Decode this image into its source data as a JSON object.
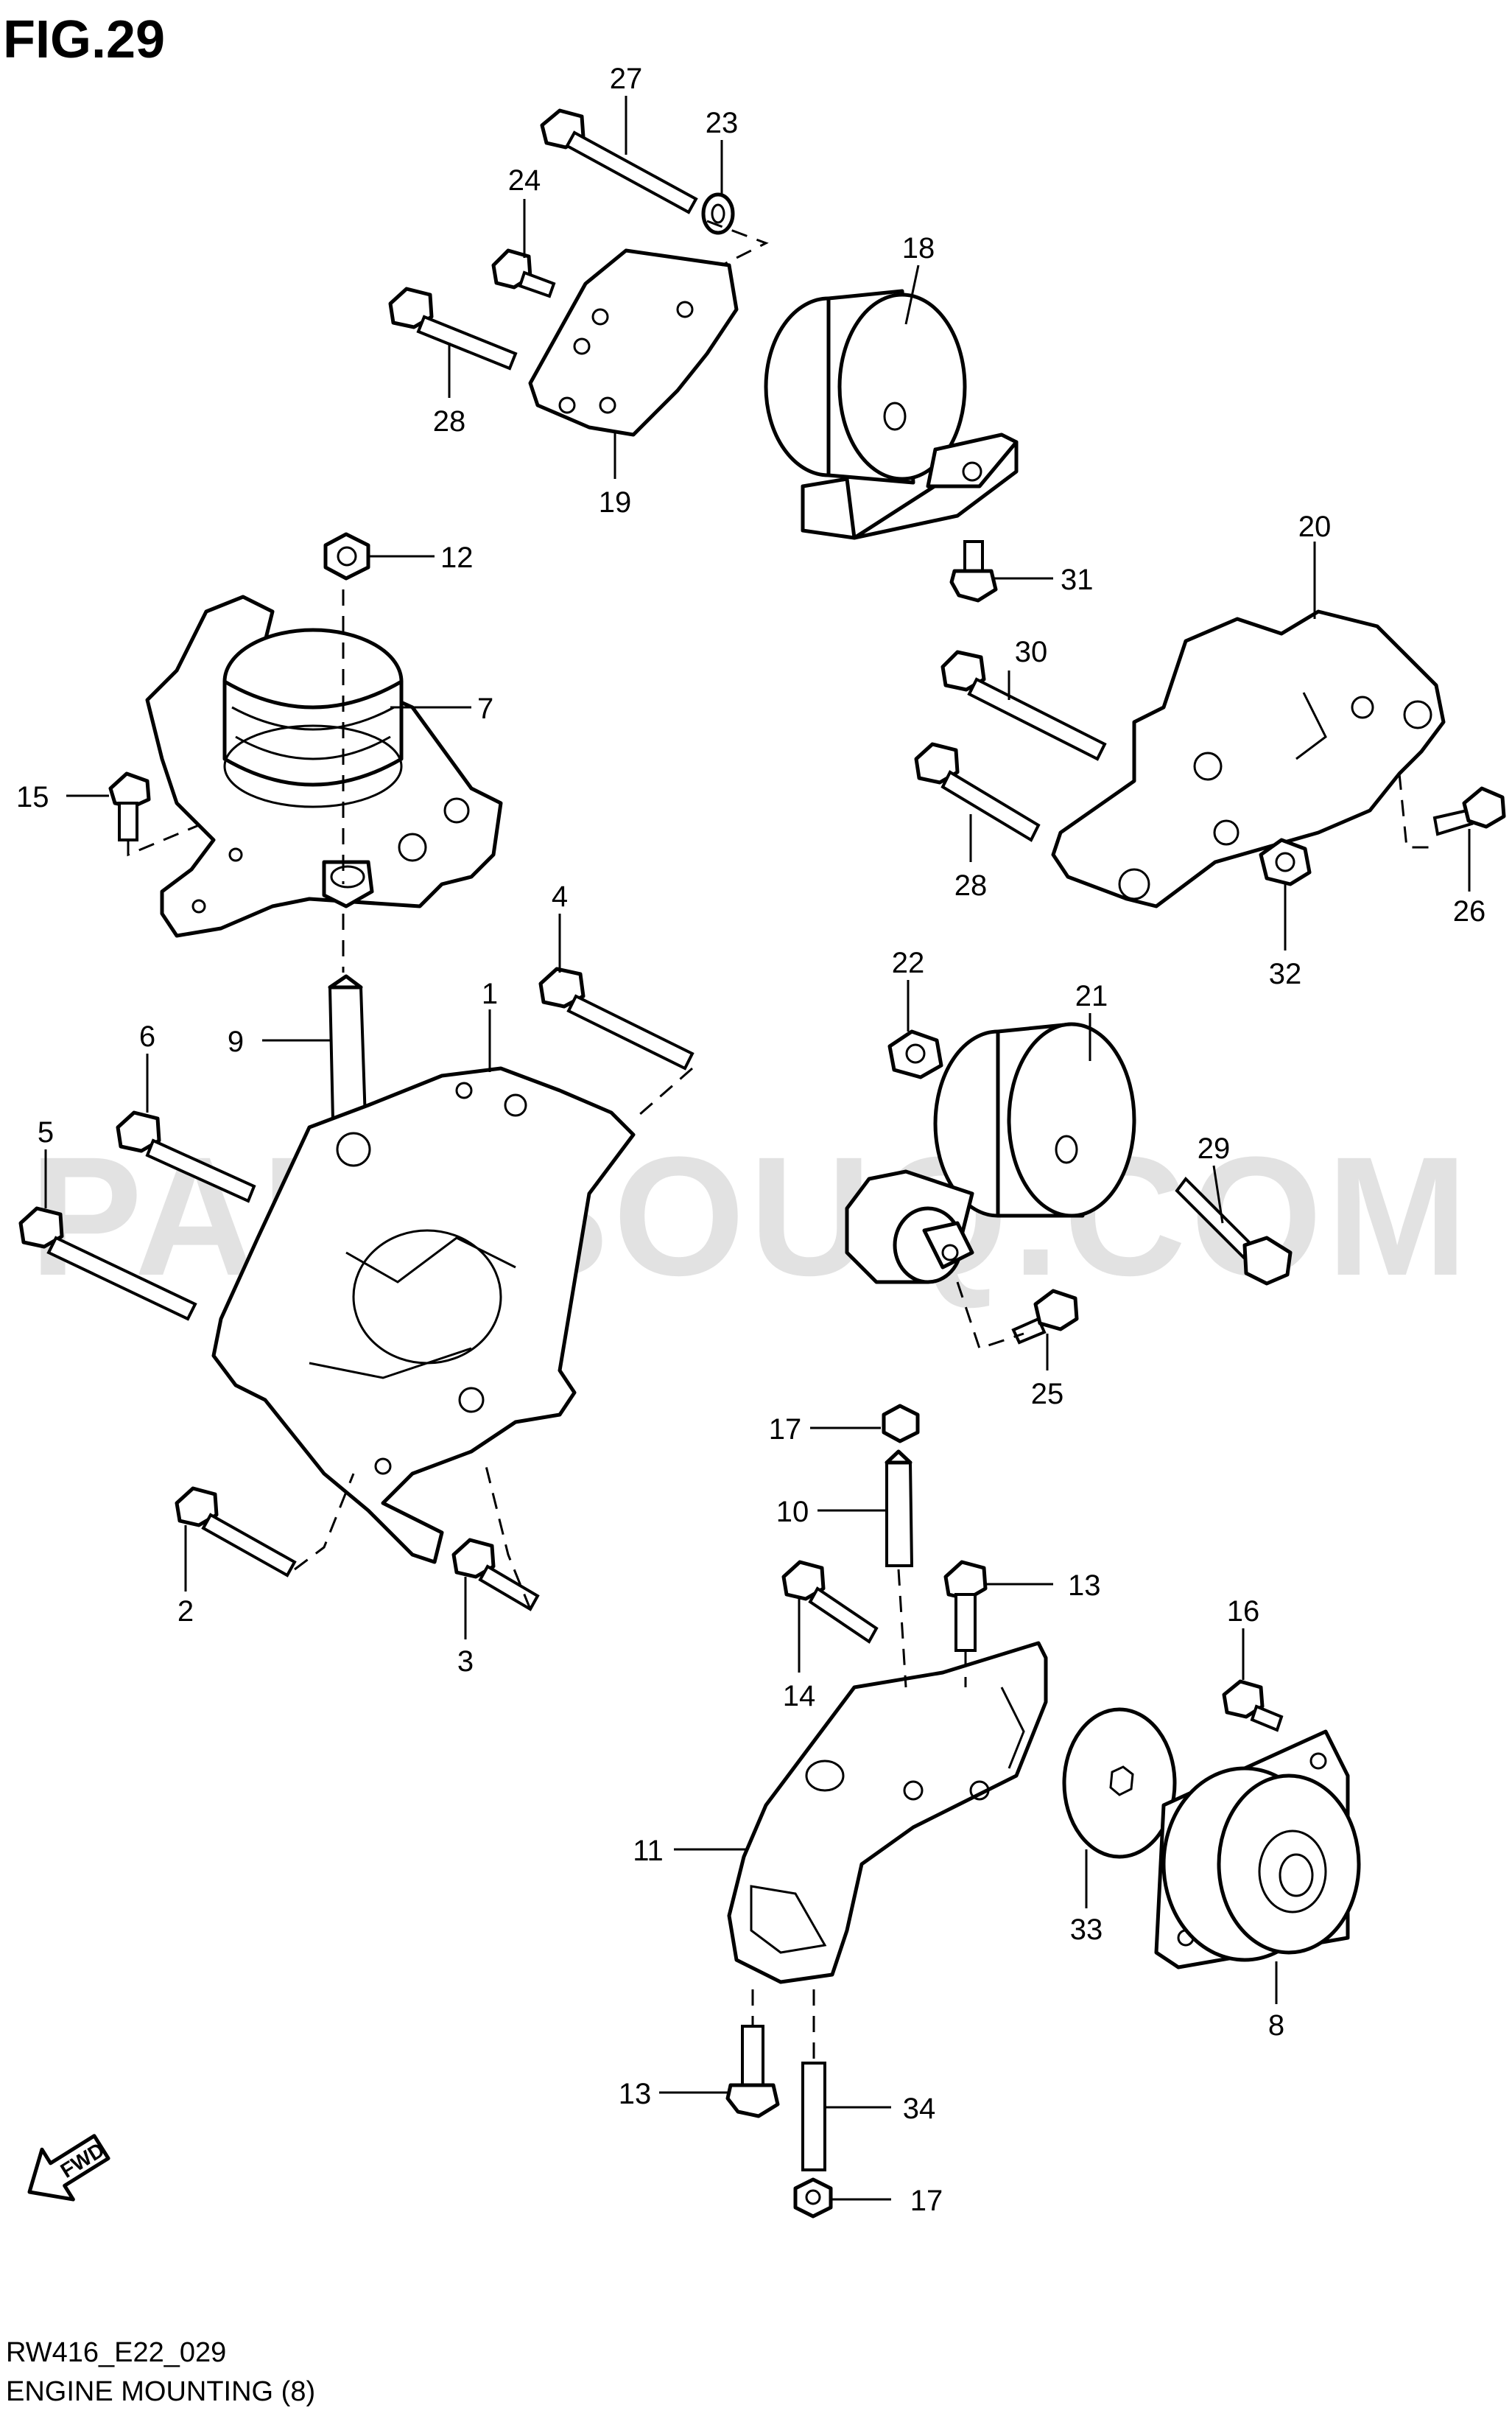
{
  "figure": {
    "title": "FIG.29",
    "code": "RW416_E22_029",
    "caption": "ENGINE MOUNTING (8)",
    "watermark": "PARTSOUQ.COM",
    "fwd_label": "FWD"
  },
  "callouts": [
    "27",
    "23",
    "24",
    "18",
    "28",
    "19",
    "12",
    "31",
    "20",
    "7",
    "30",
    "15",
    "28",
    "26",
    "32",
    "4",
    "1",
    "22",
    "21",
    "6",
    "9",
    "5",
    "29",
    "25",
    "17",
    "10",
    "13",
    "14",
    "16",
    "2",
    "3",
    "11",
    "33",
    "8",
    "13",
    "34",
    "17"
  ],
  "icons": [
    "fwd-arrow-icon"
  ],
  "colors": {
    "line": "#000000",
    "background": "#ffffff",
    "watermark": "#cccccc"
  }
}
